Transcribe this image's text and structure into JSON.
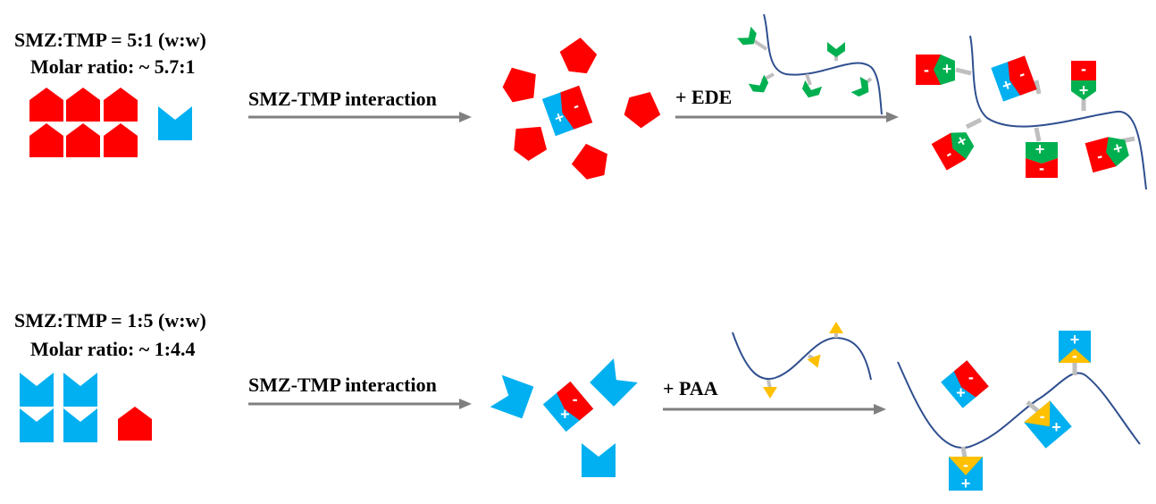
{
  "top_row": {
    "ratio_ww": "SMZ:TMP = 5:1 (w:w)",
    "molar_ratio": "Molar ratio: ~ 5.7:1",
    "interaction_label": "SMZ-TMP interaction",
    "polymer_label": "+ EDE"
  },
  "bottom_row": {
    "ratio_ww": "SMZ:TMP = 1:5 (w:w)",
    "molar_ratio": "Molar ratio: ~ 1:4.4",
    "interaction_label": "SMZ-TMP interaction",
    "polymer_label": "+ PAA"
  },
  "symbols": {
    "plus": "+",
    "minus": "-"
  },
  "colors": {
    "smz_red": "#ff0000",
    "tmp_blue": "#00b0f0",
    "ede_green": "#00b050",
    "paa_yellow": "#ffc000",
    "polymer_chain": "#2f4f8f",
    "arrow_gray": "#808080",
    "linker_gray": "#bfbfbf"
  }
}
